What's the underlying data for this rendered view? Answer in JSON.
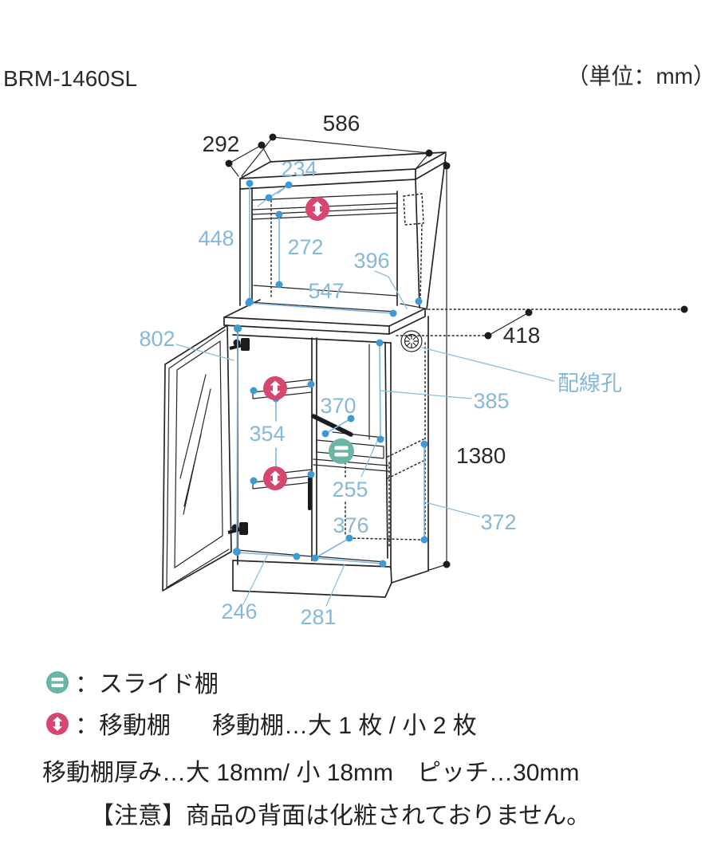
{
  "page": {
    "model": "BRM-1460SL",
    "unit_note": "（単位：mm）"
  },
  "diagram": {
    "dims": {
      "d586": "586",
      "d292": "292",
      "d234": "234",
      "d448": "448",
      "d272": "272",
      "d396": "396",
      "d547": "547",
      "d802": "802",
      "d418": "418",
      "d370": "370",
      "d354": "354",
      "d385": "385",
      "d255": "255",
      "d376": "376",
      "d372": "372",
      "d246": "246",
      "d281": "281",
      "d1380": "1380"
    },
    "labels": {
      "wiring_hole": "配線孔"
    }
  },
  "legend": {
    "slide_row": {
      "label": "：スライド棚"
    },
    "movable_row": {
      "label": "：移動棚",
      "detail": "移動棚…大 1 枚 / 小 2 枚"
    },
    "thickness_note": "移動棚厚み…大 18mm/ 小 18mm　ピッチ…30mm",
    "caution": "【注意】商品の背面は化粧されておりません。"
  },
  "colors": {
    "dim_blue": "#85b8da",
    "dot_blue": "#3f9ad2",
    "marker_pink": "#d5476f",
    "marker_teal": "#6ab5a5",
    "line_black": "#26262a"
  }
}
